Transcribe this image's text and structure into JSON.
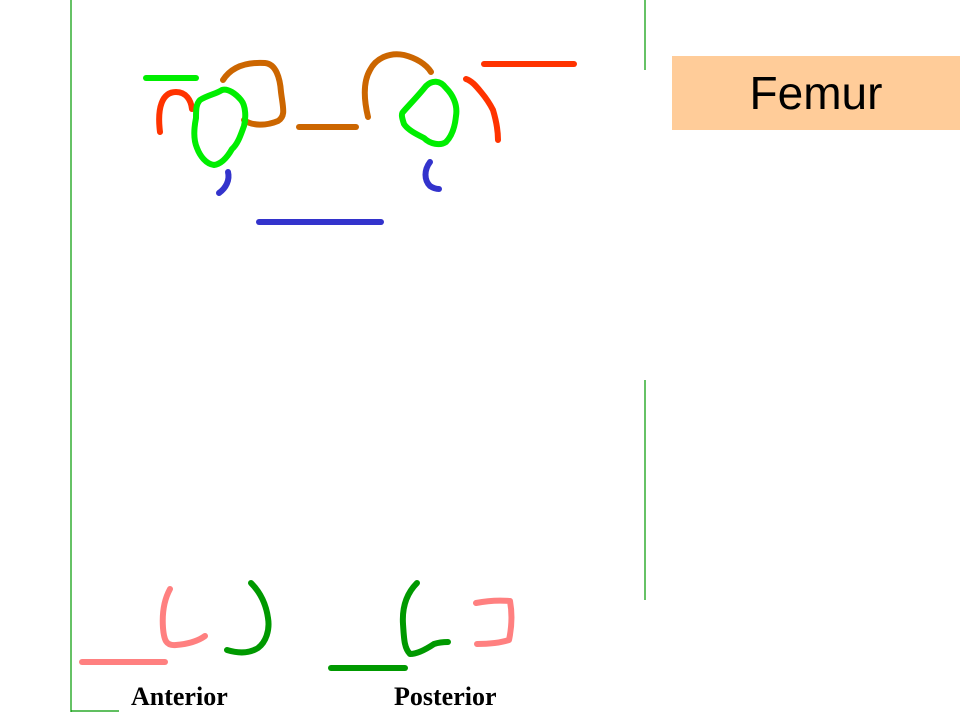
{
  "title": "Femur",
  "labels": {
    "anterior": "Anterior",
    "posterior": "Posterior"
  },
  "colors": {
    "frame_line": "#009900",
    "title_box": "#ffcc99",
    "orange_red": "#ff3300",
    "brown_orange": "#cc6600",
    "bright_green": "#00ee00",
    "blue": "#3333cc",
    "pink": "#ff8080",
    "dark_green": "#009900"
  }
}
